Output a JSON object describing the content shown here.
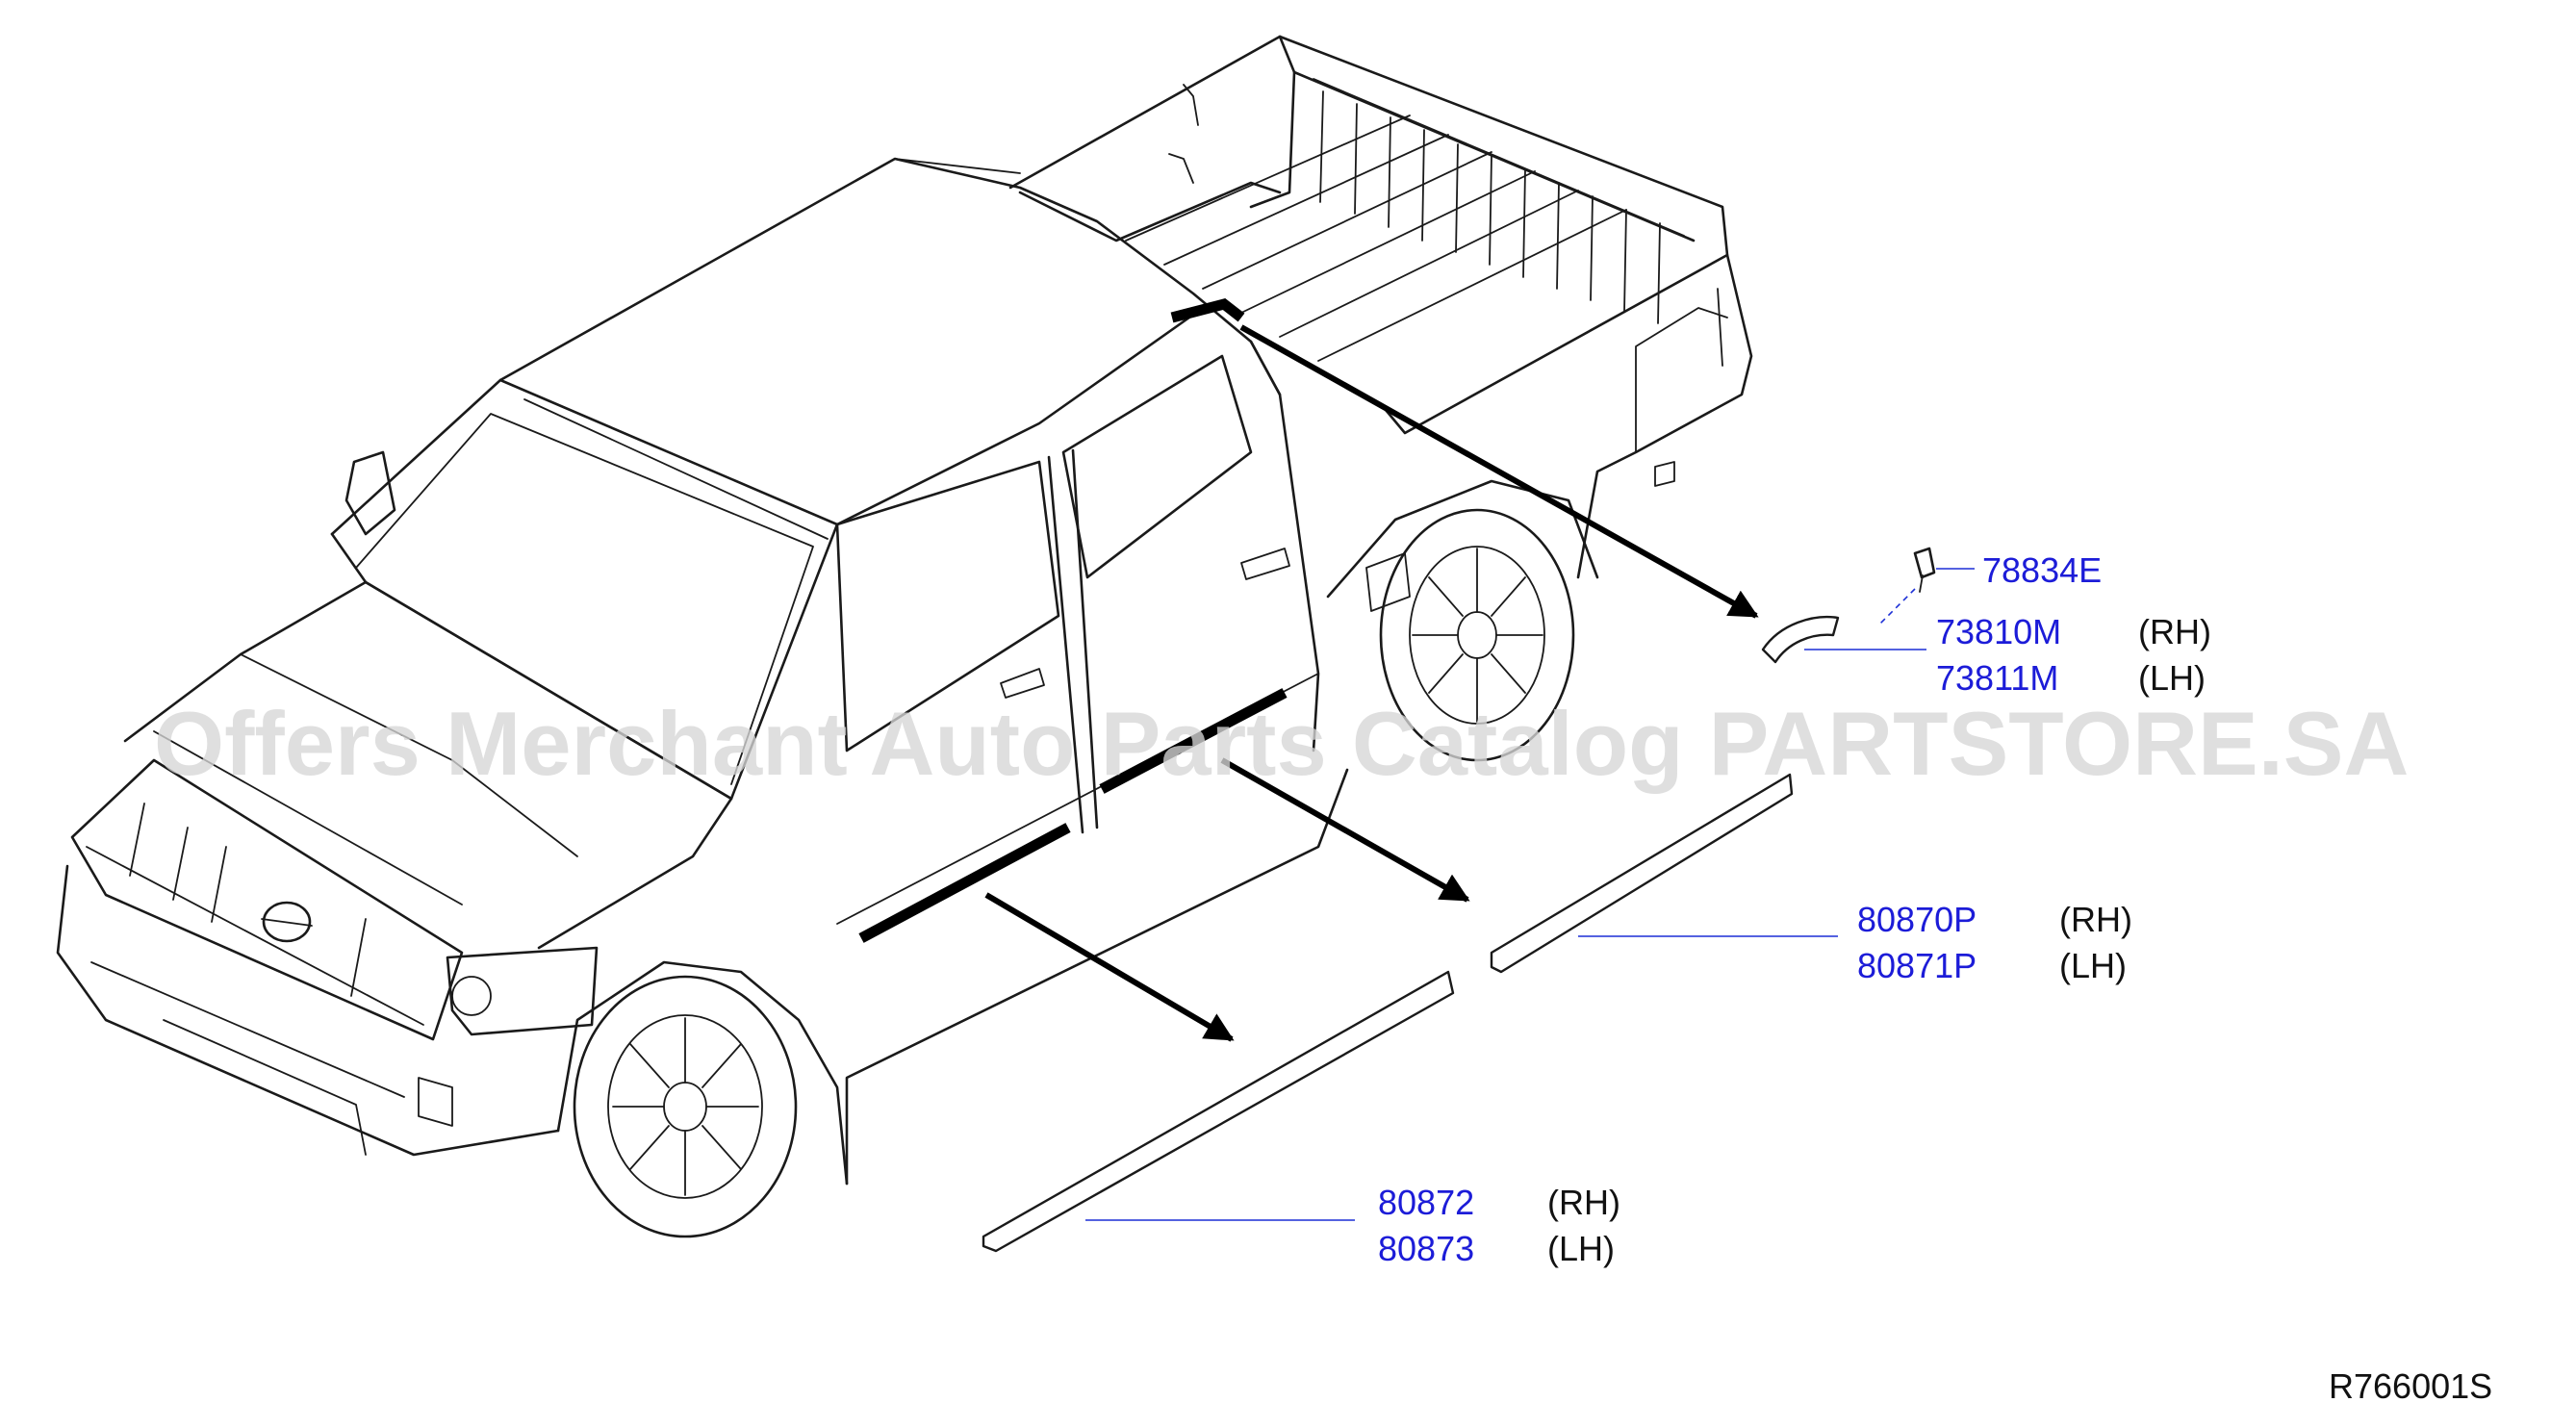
{
  "watermark": "Offers Merchant Auto Parts Catalog PARTSTORE.SA",
  "diagram_ref": "R766001S",
  "parts": [
    {
      "number": "78834E",
      "side": ""
    },
    {
      "number": "73810M",
      "side": "(RH)"
    },
    {
      "number": "73811M",
      "side": "(LH)"
    },
    {
      "number": "80870P",
      "side": "(RH)"
    },
    {
      "number": "80871P",
      "side": "(LH)"
    },
    {
      "number": "80872",
      "side": "(RH)"
    },
    {
      "number": "80873",
      "side": "(LH)"
    }
  ],
  "colors": {
    "part_number": "#1c1cd8",
    "leader_line": "#1c2fd6",
    "line_art": "#1a1a1a",
    "watermark": "#d6d6d6"
  },
  "icons": [
    "pickup-truck-line-art",
    "clip-fastener-icon",
    "molding-strip-icon"
  ]
}
